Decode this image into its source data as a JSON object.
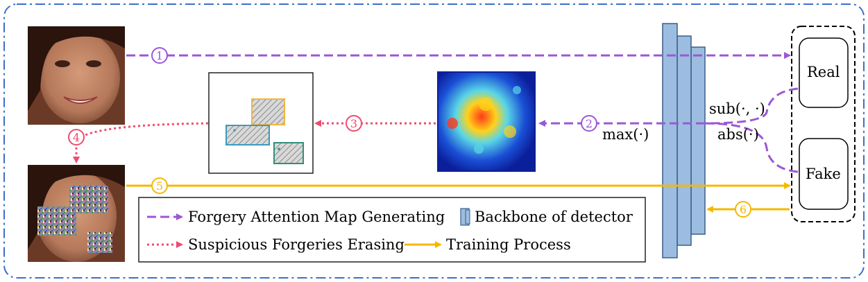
{
  "labels": {
    "real": "Real",
    "fake": "Fake",
    "max": "max(·)",
    "sub": "sub(·, ·)",
    "abs": "abs(·)"
  },
  "steps": [
    "1",
    "2",
    "3",
    "4",
    "5",
    "6"
  ],
  "legend": {
    "items": [
      "Forgery Attention Map Generating",
      "Backbone of detector",
      "Suspicious Forgeries Erasing",
      "Training Process"
    ]
  },
  "colors": {
    "frame": "#3a6fc9",
    "purple": "#9b57d6",
    "pink": "#f04a6e",
    "gold": "#f5b800",
    "backbone": "#9cbde0",
    "box_gold": "#f0b63e",
    "box_blue": "#3a9bbf",
    "box_teal": "#2f8f7a"
  },
  "icons": [
    "face-photo-icon",
    "erased-face-photo-icon",
    "attention-heatmap-icon",
    "backbone-layers-icon"
  ]
}
